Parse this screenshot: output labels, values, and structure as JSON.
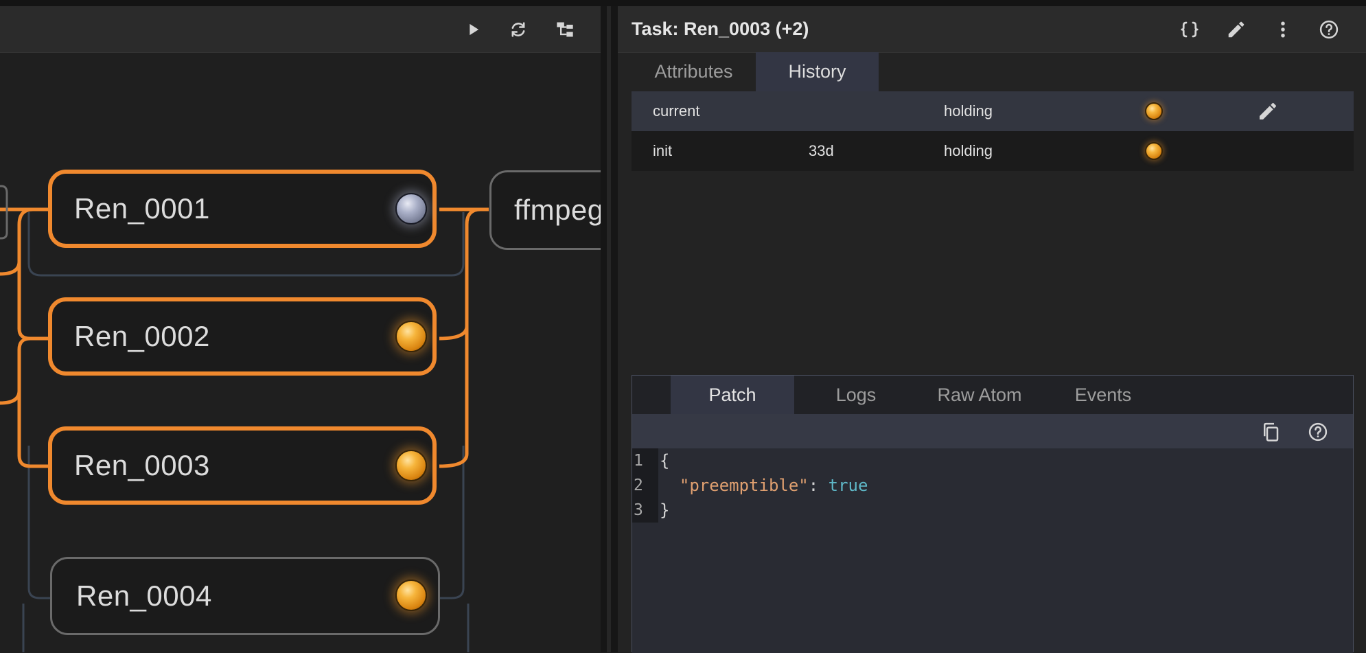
{
  "graph": {
    "toolbar": {
      "run_icon": "play-icon",
      "refresh_icon": "refresh-icon",
      "layout_icon": "tree-layout-icon"
    },
    "nodes": [
      {
        "label": "Ren_0001",
        "status": "grey"
      },
      {
        "label": "Ren_0002",
        "status": "orange"
      },
      {
        "label": "Ren_0003",
        "status": "orange"
      },
      {
        "label": "Ren_0004",
        "status": "orange"
      },
      {
        "label": "ffmpeg",
        "status": "none"
      }
    ]
  },
  "task": {
    "title": "Task: Ren_0003 (+2)",
    "header_icons": [
      "braces-icon",
      "pencil-icon",
      "more-vertical-icon",
      "help-icon"
    ],
    "tabs": [
      {
        "label": "Attributes",
        "active": false
      },
      {
        "label": "History",
        "active": true
      }
    ],
    "history": [
      {
        "state": "current",
        "age": "",
        "status": "holding",
        "editable": true
      },
      {
        "state": "init",
        "age": "33d",
        "status": "holding",
        "editable": false
      }
    ],
    "subtabs": [
      {
        "label": "Patch",
        "active": true
      },
      {
        "label": "Logs",
        "active": false
      },
      {
        "label": "Raw Atom",
        "active": false
      },
      {
        "label": "Events",
        "active": false
      }
    ],
    "patch": {
      "line_numbers": [
        "1",
        "2",
        "3"
      ],
      "open_brace": "{",
      "key": "\"preemptible\"",
      "colon": ": ",
      "value": "true",
      "close_brace": "}"
    }
  },
  "colors": {
    "accent": "#f0892e",
    "panel_tab_active": "#333644",
    "json_key": "#e0a070",
    "json_bool": "#5fb8c8"
  }
}
